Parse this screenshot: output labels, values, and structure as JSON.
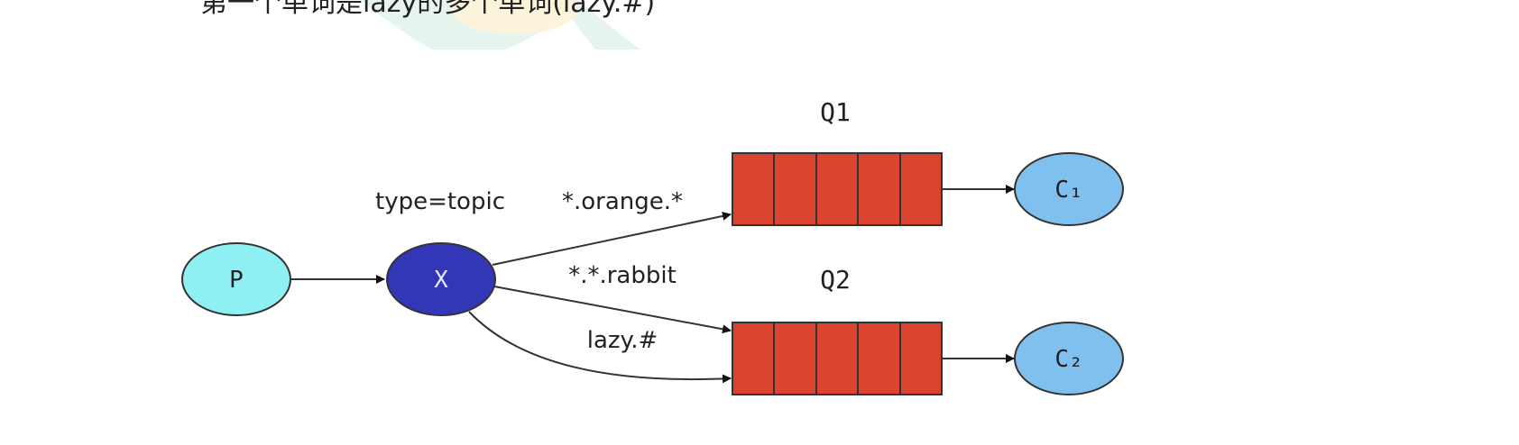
{
  "caption": "第一个单词是lazy的多个单词(lazy.#)",
  "exchange": {
    "label": "X",
    "type_label": "type=topic"
  },
  "producer": {
    "label": "P"
  },
  "queues": [
    {
      "label": "Q1"
    },
    {
      "label": "Q2"
    }
  ],
  "consumers": [
    {
      "label": "C₁"
    },
    {
      "label": "C₂"
    }
  ],
  "bindings": [
    {
      "key": "*.orange.*"
    },
    {
      "key": "*.*.rabbit"
    },
    {
      "key": "lazy.#"
    }
  ],
  "colors": {
    "producer_fill": "#8ff0f4",
    "exchange_fill": "#3237b8",
    "queue_fill": "#d9432f",
    "consumer_fill": "#7fc0ee",
    "stroke": "#333333"
  }
}
